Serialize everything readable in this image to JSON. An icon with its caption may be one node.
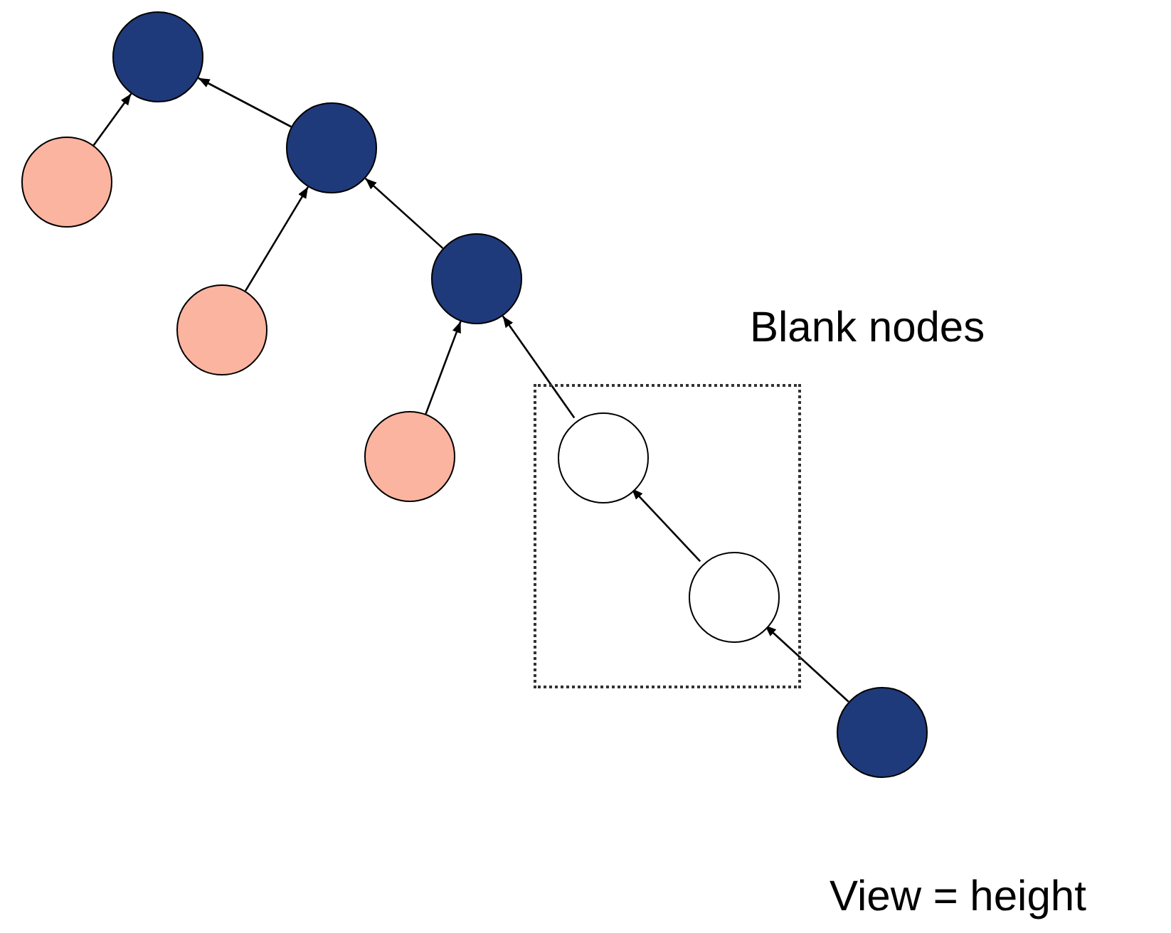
{
  "diagram": {
    "nodes": [
      {
        "text": [],
        "shape": "circle"
      },
      {
        "text": [],
        "shape": "circle"
      },
      {
        "text": [],
        "shape": "circle"
      },
      {
        "text": [],
        "shape": "circle"
      },
      {
        "text": [],
        "shape": "circle"
      },
      {
        "text": [],
        "shape": "circle"
      },
      {
        "text": [
          "Blank nodes"
        ]
      },
      {
        "text": [],
        "shape": "circle",
        "in": 6
      },
      {
        "text": [],
        "shape": "circle",
        "in": 6
      },
      {
        "text": [],
        "shape": "circle"
      }
    ],
    "edges": [
      {
        "from": 1,
        "to": 0,
        "arrow": "to"
      },
      {
        "from": 2,
        "to": 0,
        "arrow": "to"
      },
      {
        "from": 3,
        "to": 2,
        "arrow": "to"
      },
      {
        "from": 4,
        "to": 2,
        "arrow": "to"
      },
      {
        "from": 5,
        "to": 4,
        "arrow": "to"
      },
      {
        "from": 7,
        "to": 4,
        "arrow": "to"
      },
      {
        "from": 8,
        "to": 7,
        "arrow": "to"
      },
      {
        "from": 9,
        "to": 8,
        "arrow": "to"
      }
    ],
    "labels": [
      "View = height"
    ]
  }
}
